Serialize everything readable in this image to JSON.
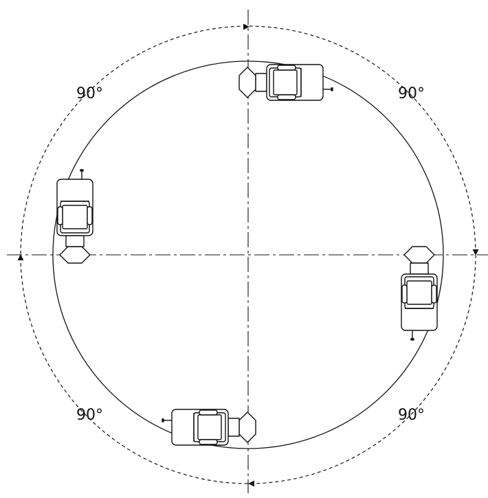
{
  "rotation_labels": {
    "top_left": "90°",
    "top_right": "90°",
    "bottom_left": "90°",
    "bottom_right": "90°"
  },
  "colors": {
    "stroke": "#111111",
    "background": "#ffffff"
  },
  "vehicles": [
    {
      "name": "vehicle-top",
      "heading_deg": 180
    },
    {
      "name": "vehicle-right",
      "heading_deg": 270
    },
    {
      "name": "vehicle-bottom",
      "heading_deg": 0
    },
    {
      "name": "vehicle-left",
      "heading_deg": 90
    }
  ]
}
